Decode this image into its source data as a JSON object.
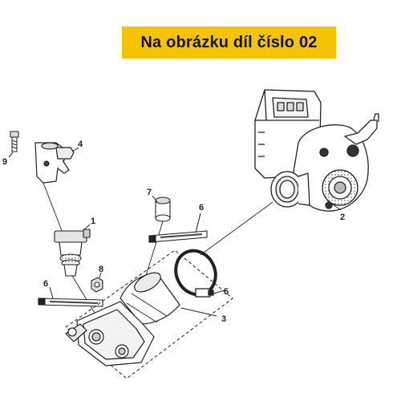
{
  "banner": {
    "text": "Na obrázku díl číslo 02",
    "color": "#f5c400"
  },
  "callouts": {
    "c1": "1",
    "c2": "2",
    "c3": "3",
    "c4": "4",
    "c5": "5",
    "c6a": "6",
    "c6b": "6",
    "c7": "7",
    "c8": "8",
    "c9": "9"
  },
  "parts": {
    "1": "fuel-injector",
    "2": "throttle-body",
    "3": "intake-manifold",
    "4": "injector-cap",
    "5": "hose-clamp",
    "6": "cable-tie",
    "7": "vacuum-cap",
    "8": "nut",
    "9": "bolt"
  }
}
